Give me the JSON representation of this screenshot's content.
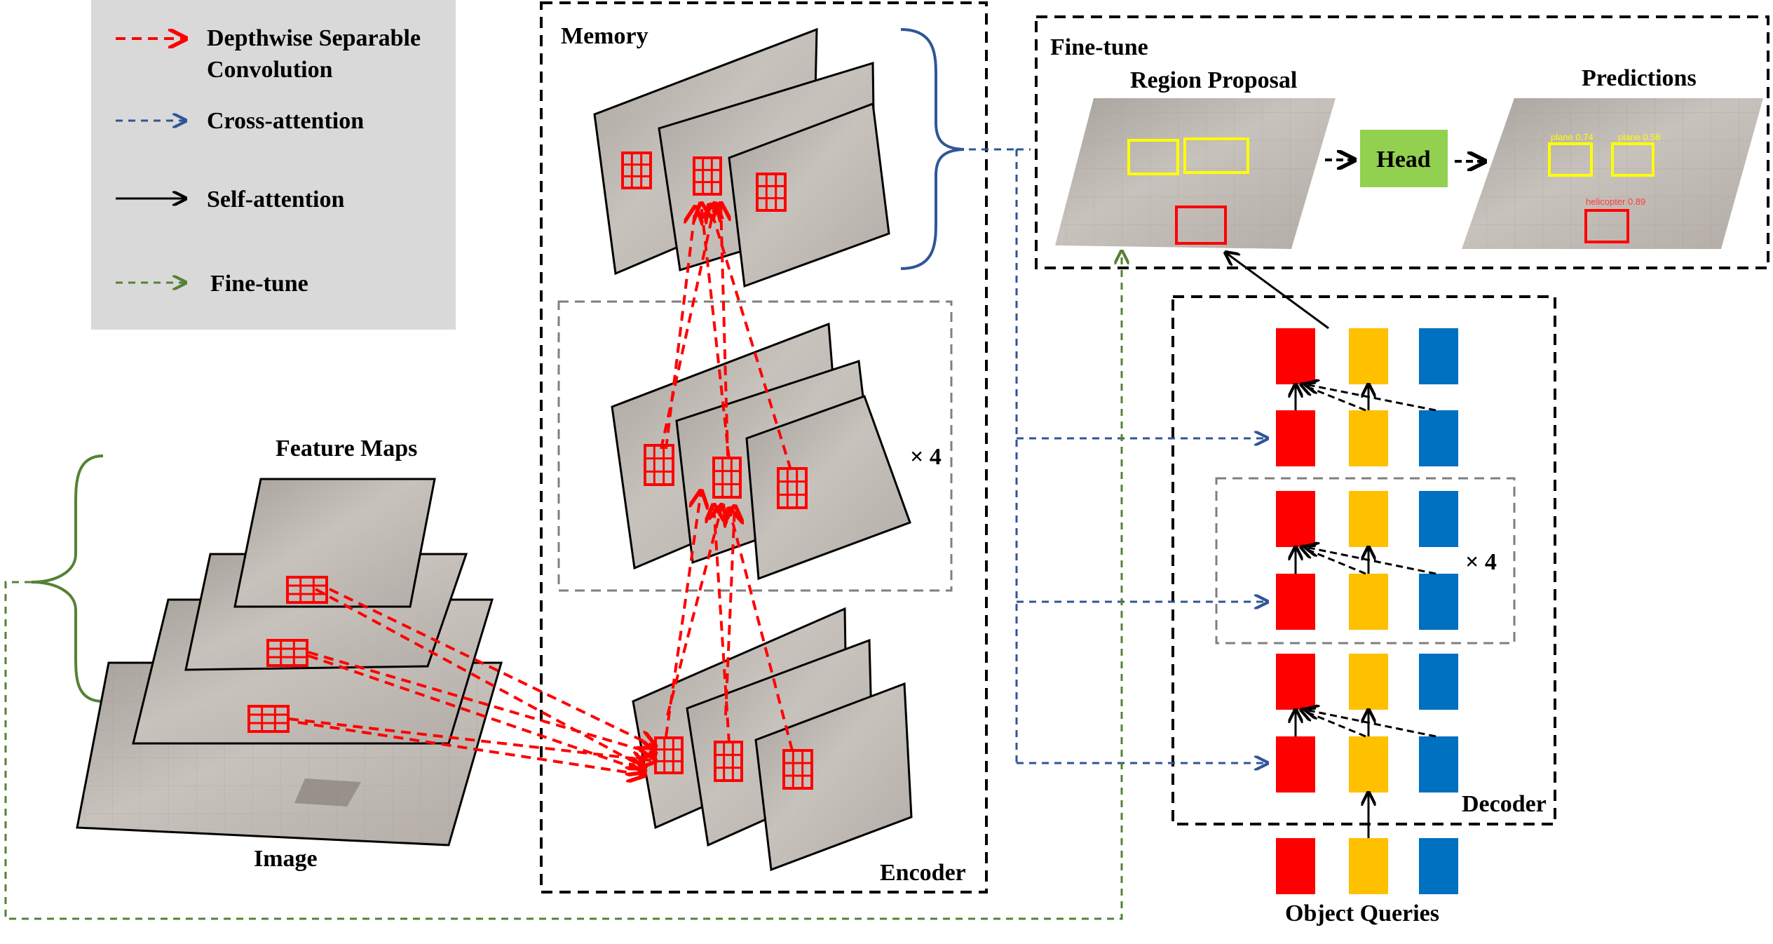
{
  "legend": {
    "items": [
      {
        "label": "Depthwise Separable",
        "label2": "Convolution",
        "color": "#ff0000",
        "style": "dashed"
      },
      {
        "label": "Cross-attention",
        "color": "#2f5597",
        "style": "dashed"
      },
      {
        "label": "Self-attention",
        "color": "#000000",
        "style": "solid"
      },
      {
        "label": "Fine-tune",
        "color": "#548235",
        "style": "dashed"
      }
    ]
  },
  "labels": {
    "memory": "Memory",
    "encoder": "Encoder",
    "feature_maps": "Feature Maps",
    "image": "Image",
    "times4": "× 4",
    "finetune": "Fine-tune",
    "region_proposal": "Region Proposal",
    "predictions": "Predictions",
    "head": "Head",
    "decoder": "Decoder",
    "object_queries": "Object Queries"
  },
  "prediction_tags": [
    "plane 0.74",
    "plane 0.58",
    "helicopter 0.89"
  ],
  "colors": {
    "conv": "#ff0000",
    "cross": "#2f5597",
    "self": "#000000",
    "finetune": "#548235",
    "query_a": "#ff0000",
    "query_b": "#ffc000",
    "query_c": "#0070c0",
    "head": "#92d050",
    "legend_bg": "#d9d9d9",
    "memory_brace": "#2f5597",
    "feature_brace": "#548235",
    "image_fill": "#bdb6b0"
  }
}
